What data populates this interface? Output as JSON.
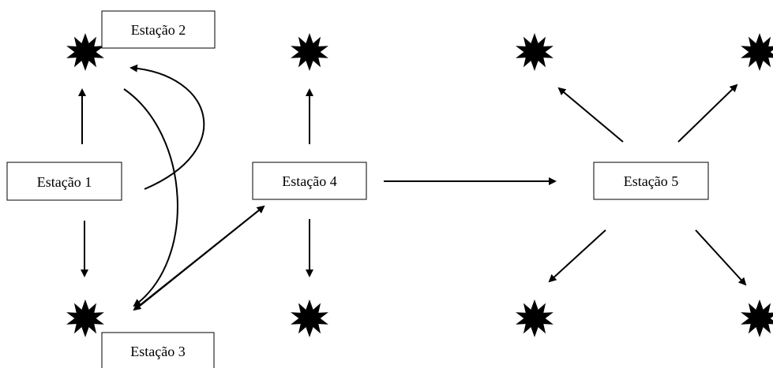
{
  "diagram": {
    "stations": {
      "s1": "Estação 1",
      "s2": "Estação 2",
      "s3": "Estação 3",
      "s4": "Estação 4",
      "s5": "Estação 5"
    },
    "icons": {
      "burst": "starburst-icon"
    },
    "colors": {
      "stroke": "#000000",
      "background": "#ffffff"
    }
  }
}
